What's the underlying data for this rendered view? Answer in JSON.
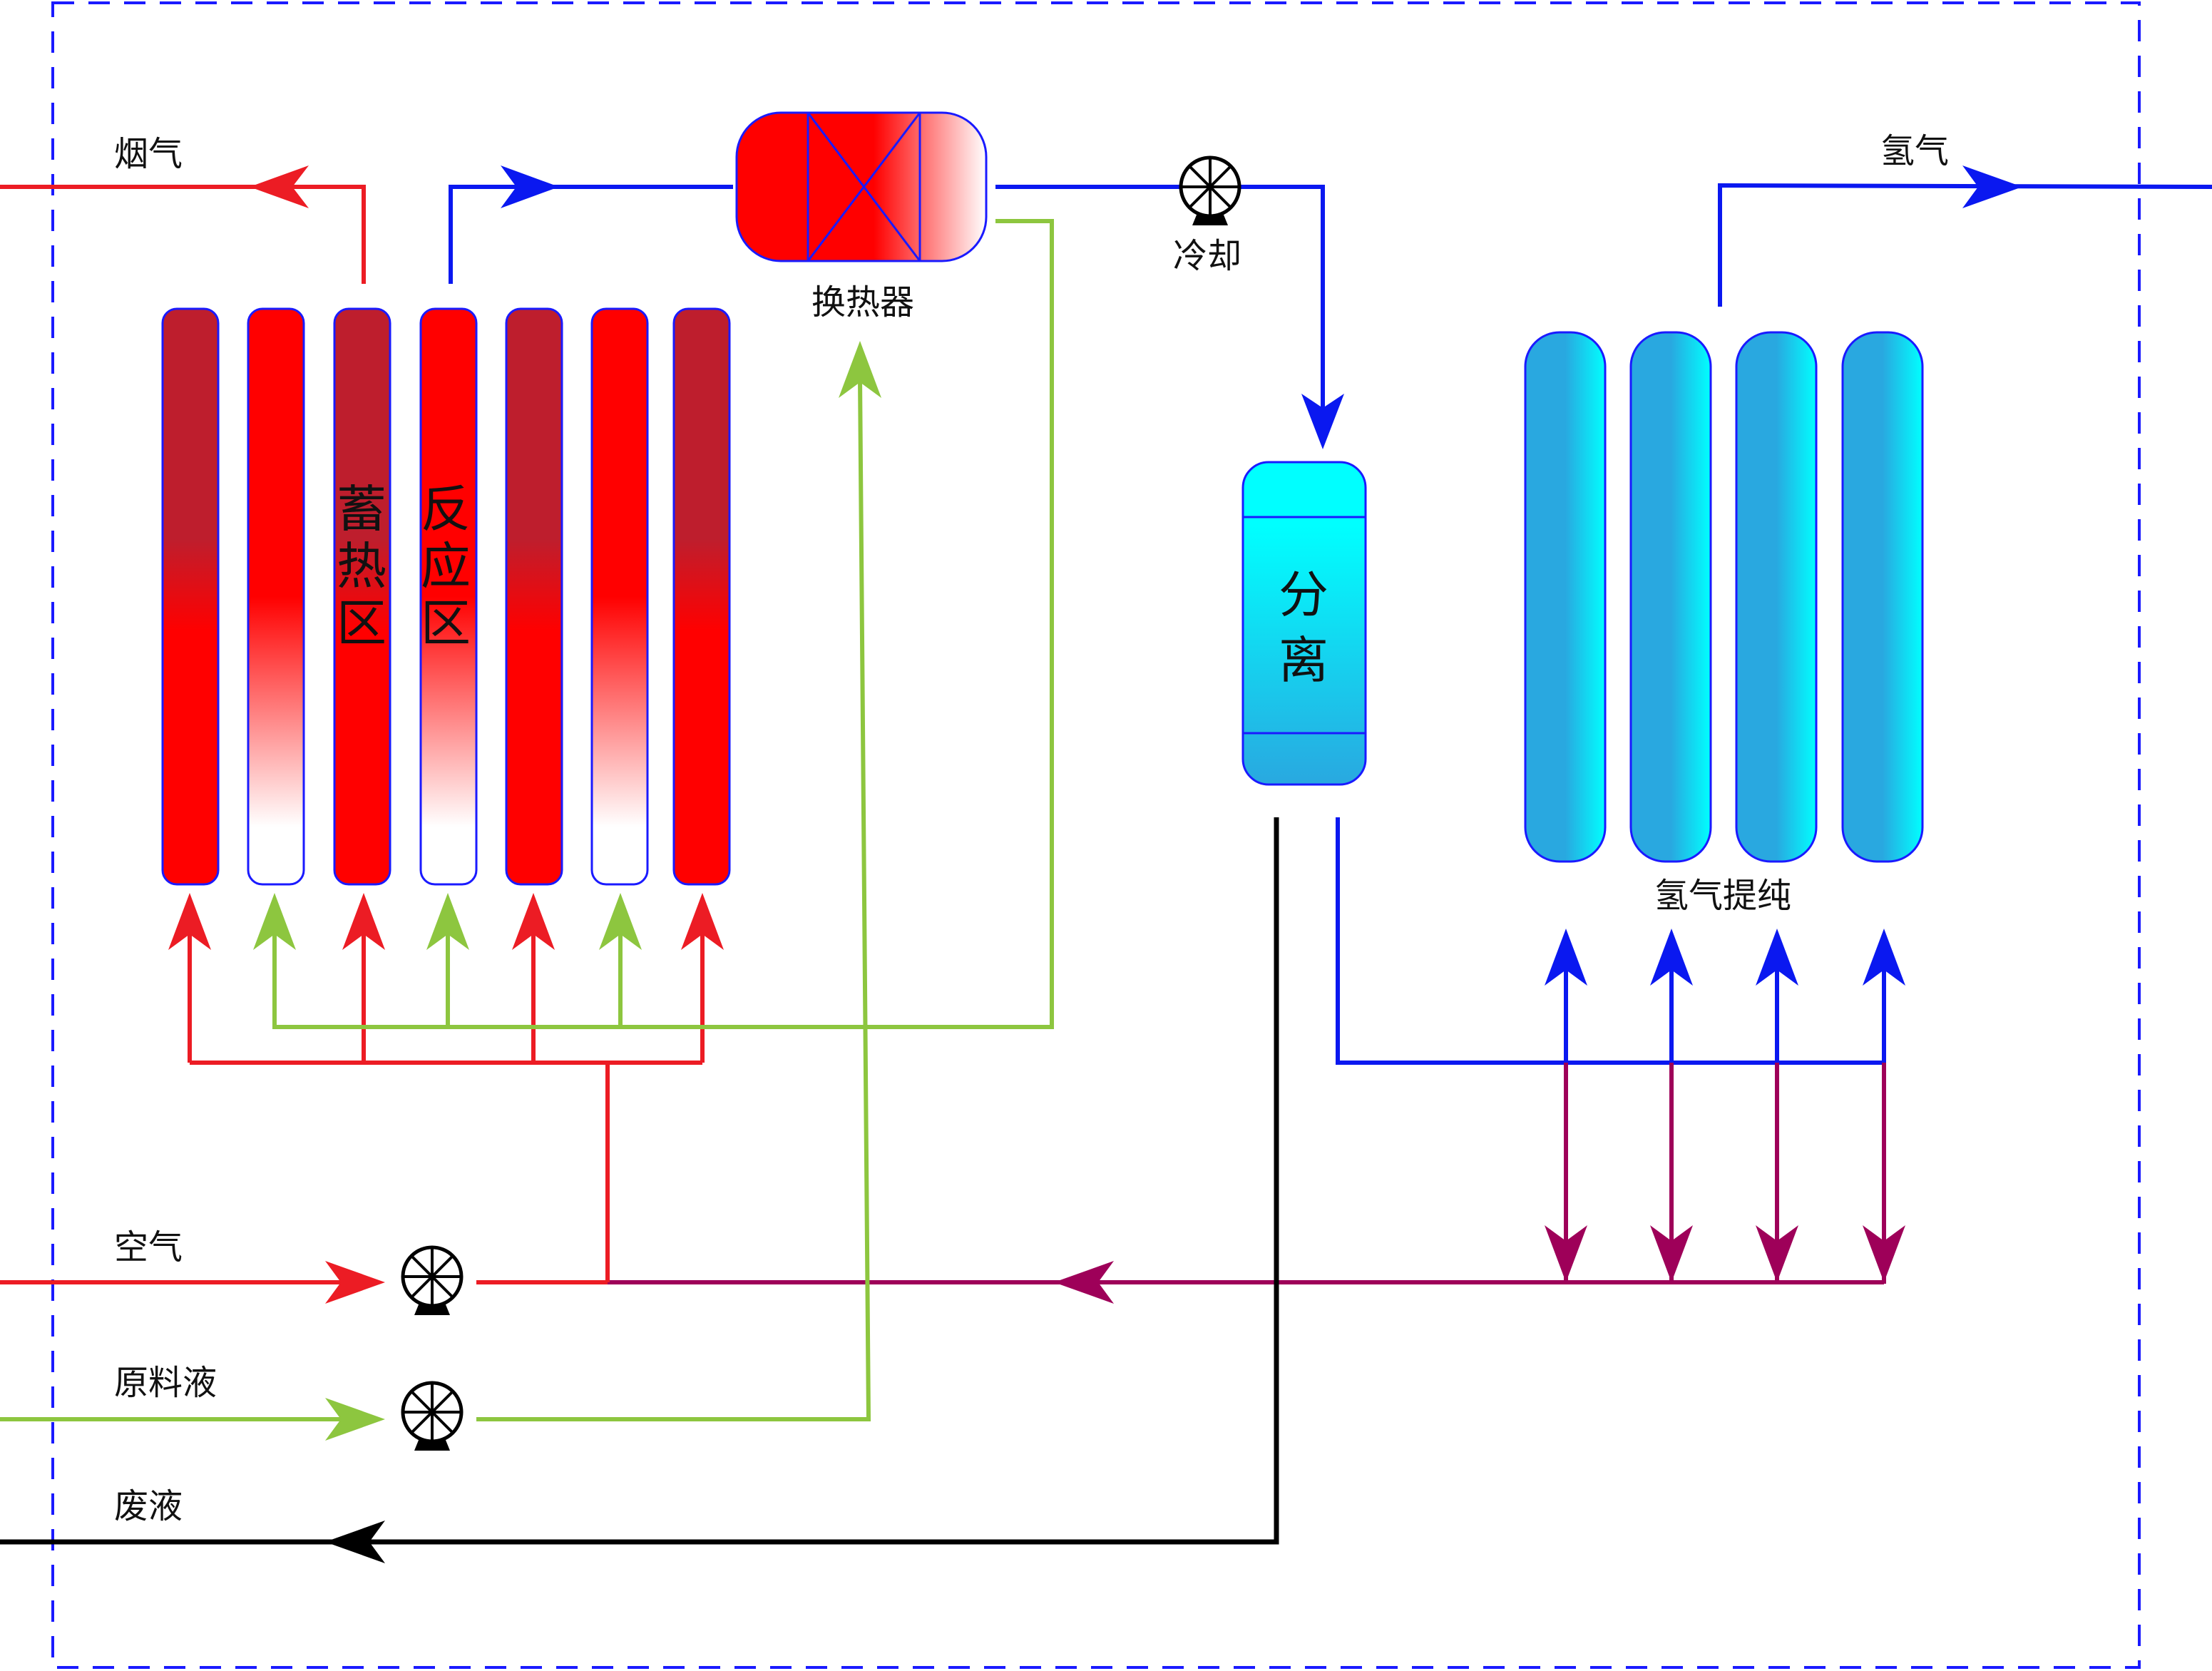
{
  "labels": {
    "flue_gas": "烟气",
    "heat_exchanger": "换热器",
    "cooling": "冷却",
    "hydrogen": "氢气",
    "separation": [
      "分",
      "离"
    ],
    "heat_storage_zone": [
      "蓄",
      "热",
      "区"
    ],
    "reaction_zone": [
      "反",
      "应",
      "区"
    ],
    "hydrogen_purification": "氢气提纯",
    "air": "空气",
    "feed_liquid": "原料液",
    "waste_liquid": "废液"
  },
  "colors": {
    "red_line": "#ec1c24",
    "green_line": "#8dc63f",
    "blue_line": "#0a18f0",
    "purple_line": "#9e0059",
    "black_line": "#000000",
    "dark_red": "#be1e2d",
    "bright_red": "#ff0000",
    "cyan": "#00ffff",
    "sky_blue": "#29a8e0",
    "border_blue": "#1a1aff"
  },
  "icons": {
    "pump": "pump-icon",
    "heat_exchanger": "heat-exchanger-icon"
  }
}
